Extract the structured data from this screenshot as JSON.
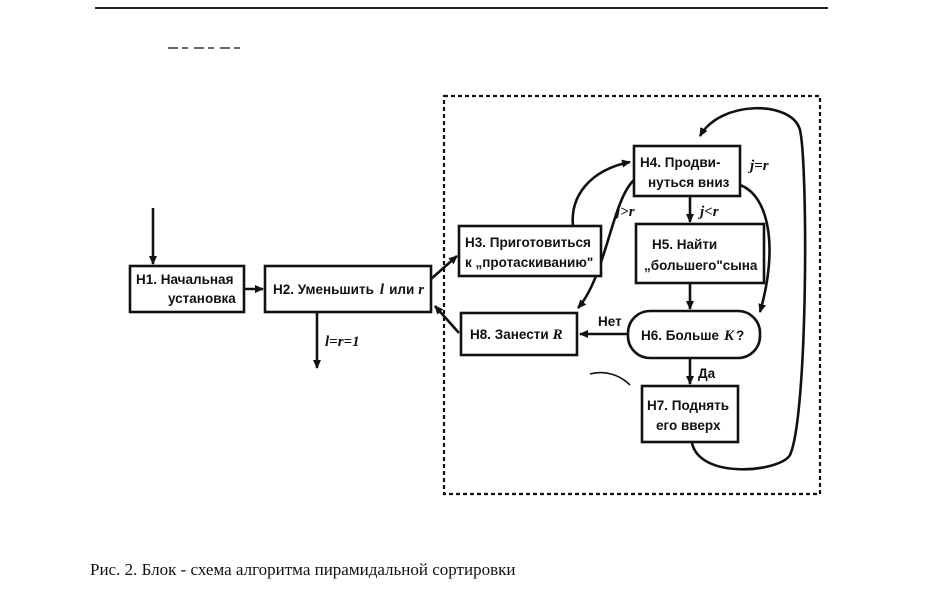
{
  "nodes": {
    "h1": {
      "line1": "Н1. Начальная",
      "line2": "установка"
    },
    "h2": {
      "line1": "Н2. Уменьшить",
      "var_l": "l",
      "or": "или",
      "var_r": "r"
    },
    "h3": {
      "line1": "Н3. Приготовиться",
      "line2": "к „протаскиванию\""
    },
    "h4": {
      "line1": "Н4. Продви-",
      "line2": "нуться вниз"
    },
    "h5": {
      "line1": "Н5. Найти",
      "line2": "„большего\"сына"
    },
    "h6": {
      "label": "Н6. Больше",
      "var": "K",
      "q": "?"
    },
    "h7": {
      "line1": "Н7. Поднять",
      "line2": "его вверх"
    },
    "h8": {
      "label": "Н8. Занести",
      "var": "R"
    }
  },
  "edge_labels": {
    "exit": "l=r=1",
    "j_eq_r": "j=r",
    "j_gt_r": "j>r",
    "j_lt_r": "j<r",
    "no": "Нет",
    "yes": "Да"
  },
  "caption": "Рис. 2. Блок - схема алгоритма пирамидальной сортировки"
}
